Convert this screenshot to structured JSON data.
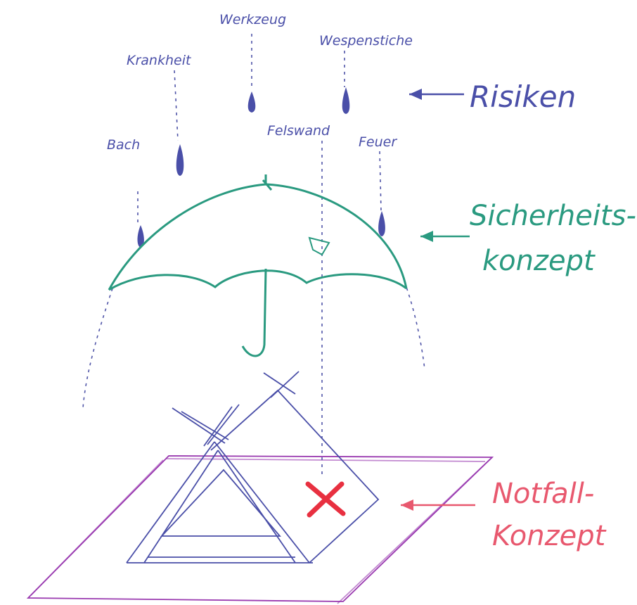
{
  "labels": {
    "risks": [
      "Werkzeug",
      "Krankheit",
      "Wespenstiche",
      "Bach",
      "Felswand",
      "Feuer"
    ],
    "risks_heading": "Risiken",
    "safety_line1": "Sicherheits-",
    "safety_line2": "konzept",
    "emergency_line1": "Notfall-",
    "emergency_line2": "Konzept"
  },
  "colors": {
    "risk": "#4a4fa8",
    "safety": "#2a9a80",
    "emergency": "#e8586e",
    "ground": "#9a3ab0"
  }
}
